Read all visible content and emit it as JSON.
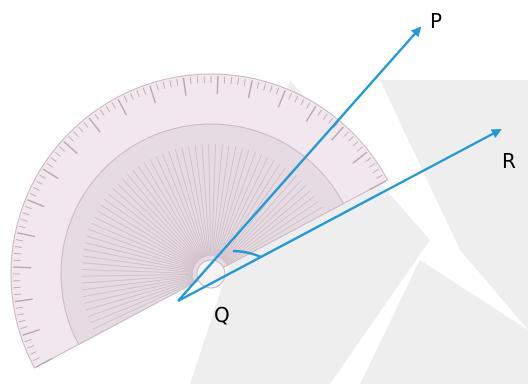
{
  "diagram": {
    "labels": {
      "p": "P",
      "q": "Q",
      "r": "R"
    },
    "colors": {
      "ray": "#1f9ad6",
      "protractor_fill": "#f1e7ec",
      "protractor_inner": "#e7dbe2",
      "scale_mark": "#b9a6b0",
      "watermark": "#eeeeee"
    }
  }
}
